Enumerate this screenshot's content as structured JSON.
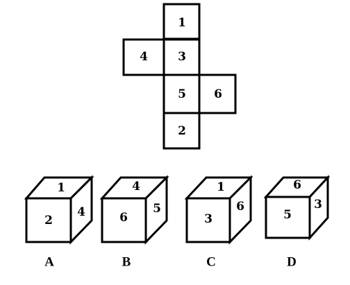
{
  "net": {
    "faces": [
      "1",
      "4",
      "3",
      "5",
      "6",
      "2"
    ]
  },
  "options": [
    {
      "label": "A",
      "top": "1",
      "front": "2",
      "side": "4"
    },
    {
      "label": "B",
      "top": "4",
      "front": "6",
      "side": "5"
    },
    {
      "label": "C",
      "top": "1",
      "front": "3",
      "side": "6"
    },
    {
      "label": "D",
      "top": "6",
      "front": "5",
      "side": "3"
    }
  ]
}
